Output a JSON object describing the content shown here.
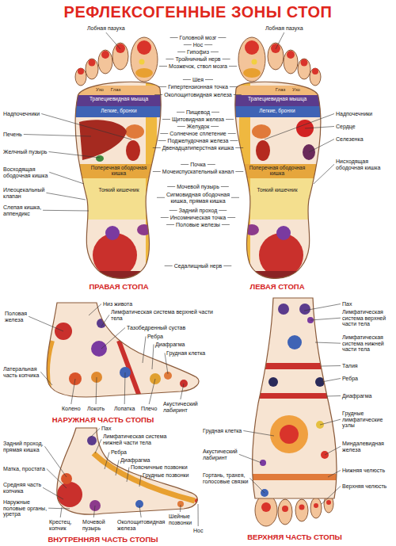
{
  "diagram": {
    "title": "РЕФЛЕКСОГЕННЫЕ ЗОНЫ СТОП",
    "labels": [
      "Лобная пазуха",
      "Лобная пазуха",
      "Головной мозг",
      "Нос",
      "Гипофиз",
      "Тройничный нерв",
      "Мозжечок, ствол мозга",
      "Шея",
      "Гипертензионная точка",
      "Околощитовидная железа",
      "Пищевод",
      "Щитовидная железа",
      "Желудок",
      "Солнечное сплетение",
      "Поджелудочная железа",
      "Двенадцатиперстная кишка",
      "Почка",
      "Мочеиспускательный канал",
      "Мочевой пузырь",
      "Сигмовидная ободочная кишка, прямая кишка",
      "Задний проход",
      "Инсомническая точка",
      "Половые железы",
      "Седалищный нерв",
      "Надпочечники",
      "Печень",
      "Желчный пузырь",
      "Восходящая ободочная кишка",
      "Илеоцекальный клапан",
      "Слепая кишка, аппендикс",
      "Надпочечники",
      "Сердце",
      "Селезенка",
      "Нисходящая ободочная кишка",
      "Глаз",
      "Ухо",
      "Трапециевидная мышца",
      "Легкие, бронхи",
      "Поперечная ободочная кишка",
      "Тонкий кишечник",
      "Глаз",
      "Ухо",
      "Трапециевидная мышца",
      "Легкие, бронхи",
      "Поперечная ободочная кишка",
      "Тонкий кишечник",
      "ПРАВАЯ СТОПА",
      "ЛЕВАЯ СТОПА",
      "Низ живота",
      "Лимфатическая система верхней части тела",
      "Тазобедренный сустав",
      "Ребра",
      "Диафрагма",
      "Грудная клетка",
      "Половая железа",
      "Латеральная часть копчика",
      "Колено",
      "Локоть",
      "Лопатка",
      "Плечо",
      "Акустический лабиринт",
      "НАРУЖНАЯ ЧАСТЬ СТОПЫ",
      "Задний проход, прямая кишка",
      "Матка, простата",
      "Средняя часть копчика",
      "Наружные половые органы, уретра",
      "Пах",
      "Лимфатическая система нижней части тела",
      "Ребра",
      "Диафрагма",
      "Поясничные позвонки",
      "Грудные позвонки",
      "Крестец, копчик",
      "Мочевой пузырь",
      "Околощитовидная железа",
      "Шейные позвонки",
      "Нос",
      "ВНУТРЕННЯЯ ЧАСТЬ СТОПЫ",
      "Пах",
      "Лимфатическая система верхней части тела",
      "Лимфатическая система нижней части тела",
      "Талия",
      "Ребра",
      "Диафрагма",
      "Грудные лимфатические узлы",
      "Миндалевидная железа",
      "Нижняя челюсть",
      "Верхняя челюсть",
      "Грудная клетка",
      "Акустический лабиринт",
      "Гортань, трахея, голосовые связки",
      "ВЕРХНЯЯ ЧАСТЬ СТОПЫ"
    ]
  }
}
